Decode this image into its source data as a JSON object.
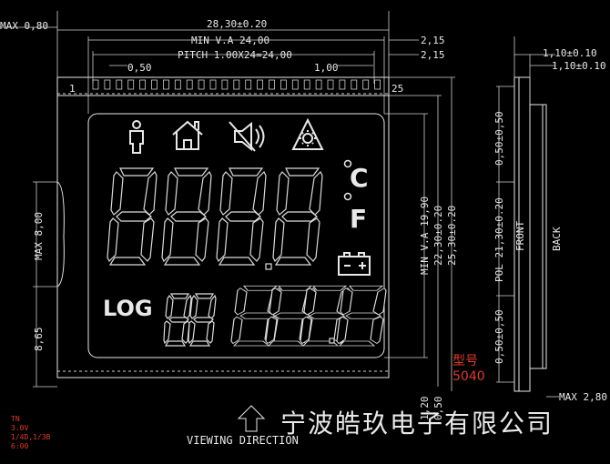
{
  "dimensions": {
    "max_thickness_left": "MAX 0,80",
    "overall_width": "28,30±0.20",
    "min_va_width": "MIN V.A 24,00",
    "pin_pitch": "PITCH 1.00X24=24,00",
    "pin_width": "0,50",
    "pin_spacing": "1,00",
    "right_offset_top": "2,15",
    "right_offset_bottom": "2,15",
    "pin_first": "1",
    "pin_last": "25",
    "max_height_left": "MAX 8,00",
    "lower_height_left": "8,65",
    "min_va_height": "MIN V.A 19,90",
    "height_2230": "22,30±0.20",
    "height_2530": "25,30±0.20",
    "side_top_1": "1,10±0.10",
    "side_top_2": "1,10±0.10",
    "side_tol_top": "0,50±0,50",
    "side_pol": "POL 21,30±0.20",
    "side_tol_bottom": "0,50±0,50",
    "front_label": "FRONT",
    "back_label": "BACK",
    "max_thickness_right": "MAX 2,80",
    "bottom_small": "1,20",
    "bottom_small_2": "0,50"
  },
  "display": {
    "unit_celsius": "C",
    "unit_fahrenheit": "F",
    "log_label": "LOG",
    "icons": [
      "person-icon",
      "home-icon",
      "speaker-mute-icon",
      "warning-icon",
      "battery-icon"
    ]
  },
  "model": {
    "label": "型号",
    "number": "5040"
  },
  "viewing_direction": "VIEWING DIRECTION",
  "company": "宁波皓玖电子有限公司",
  "specs": [
    "TN",
    "3.0V",
    "1/4D,1/3B",
    "6:00"
  ],
  "colors": {
    "line": "#e8e8e8",
    "accent_red": "#e23a2a",
    "background": "#000000"
  }
}
